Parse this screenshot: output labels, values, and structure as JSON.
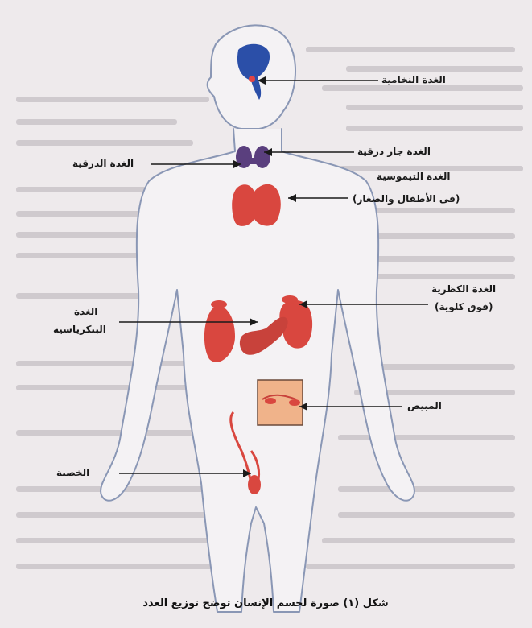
{
  "labels": {
    "pituitary": "الغدة النخامية",
    "thyroid": "الغدة الدرقية",
    "parathyroid": "الغدة جار درقية",
    "thymus_line1": "الغدة التيموسية",
    "thymus_line2": "(فى الأطفال والصغار)",
    "adrenal_line1": "الغدة الكظرية",
    "adrenal_line2": "(فوق كلوية)",
    "pancreas_line1": "الغدة",
    "pancreas_line2": "البنكرياسية",
    "ovary": "المبيض",
    "testis": "الخصية"
  },
  "caption": "شكل (١) صورة لجسم الإنسان توضح توزيع الغدد",
  "colors": {
    "background": "#eeeaec",
    "body_outline": "#8a97b5",
    "organ_red": "#d9473f",
    "pituitary_blue": "#2b4fa8",
    "thyroid_purple": "#5a3f7e",
    "ovary_box": "#f0b38a",
    "leader_line": "#1a1a1a"
  }
}
